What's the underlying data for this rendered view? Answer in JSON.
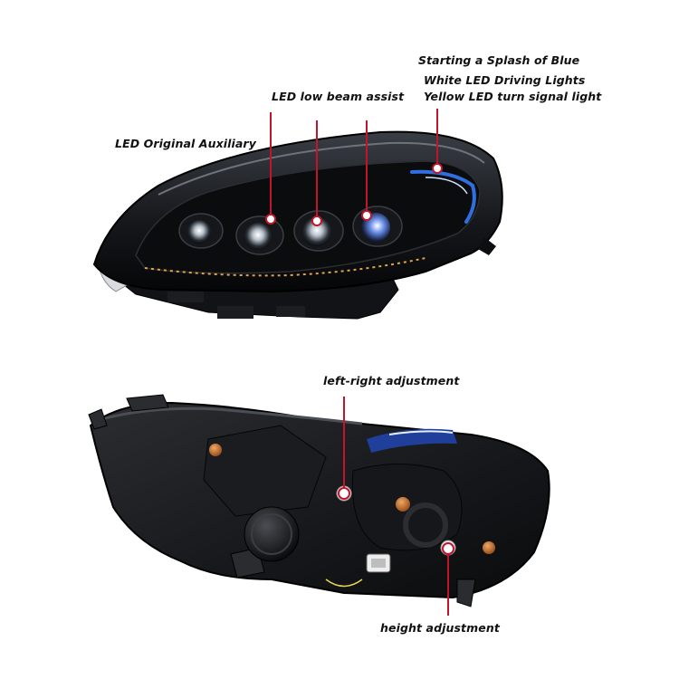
{
  "labels": {
    "splash_blue": "Starting a Splash of Blue",
    "white_led": "White LED Driving Lights",
    "yellow_led": "Yellow LED turn signal light",
    "low_beam": "LED low beam assist",
    "original_aux": "LED Original Auxiliary",
    "left_right": "left-right adjustment",
    "height": "height adjustment"
  },
  "colors": {
    "callout": "#c0152a",
    "housing_dark": "#111317",
    "accent_blue": "#2f6fe0",
    "adjuster_amber": "#c8742c"
  }
}
